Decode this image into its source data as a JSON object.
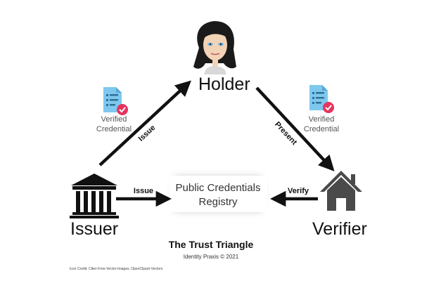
{
  "nodes": {
    "holder": "Holder",
    "issuer": "Issuer",
    "verifier": "Verifier",
    "registry_line1": "Public Credentials",
    "registry_line2": "Registry"
  },
  "credentials": {
    "left_line1": "Verified",
    "left_line2": "Credential",
    "right_line1": "Verified",
    "right_line2": "Credential"
  },
  "edges": {
    "issuer_to_holder": "Issue",
    "issuer_to_registry": "Issue",
    "holder_to_verifier": "Present",
    "verifier_to_registry": "Verify"
  },
  "footer": {
    "title": "The Trust Triangle",
    "subtitle": "Identity Praxis © 2021",
    "credit": "Icon Credit: Clker-Free-Vector-Images, OpenClipart-Vectors"
  },
  "colors": {
    "arrow": "#111111",
    "document": "#7ec8ee",
    "badge": "#e8335d",
    "house": "#4a4a4a"
  },
  "icons": {
    "holder": "woman-avatar-icon",
    "issuer": "bank-building-icon",
    "verifier": "house-icon",
    "credential": "verified-document-icon"
  }
}
